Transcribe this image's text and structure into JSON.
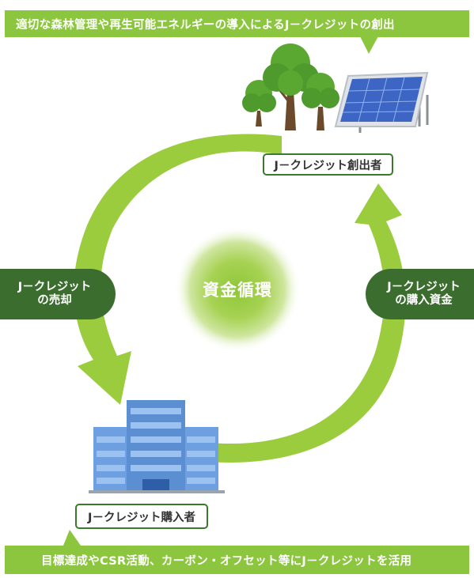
{
  "top_banner": {
    "text": "適切な森林管理や再生可能エネルギーの導入によるJ－クレジットの創出"
  },
  "creator_label": "J－クレジット創出者",
  "center_label": "資金循環",
  "left_flow": {
    "line1": "J－クレジット",
    "line2": "の売却"
  },
  "right_flow": {
    "line1": "J－クレジット",
    "line2": "の購入資金"
  },
  "buyer_label": "J－クレジット購入者",
  "bottom_banner": {
    "text": "目標達成やCSR活動、カーボン・オフセット等にJ－クレジットを活用"
  },
  "colors": {
    "banner_green": "#8cc63f",
    "arrow_green": "#9bcc3e",
    "pill_dark_green": "#3b6e2e",
    "box_border": "#3a7a2a",
    "building_blue": "#5b8fd1"
  },
  "icons": [
    "tree-icon",
    "solar-panel-icon",
    "building-icon"
  ]
}
